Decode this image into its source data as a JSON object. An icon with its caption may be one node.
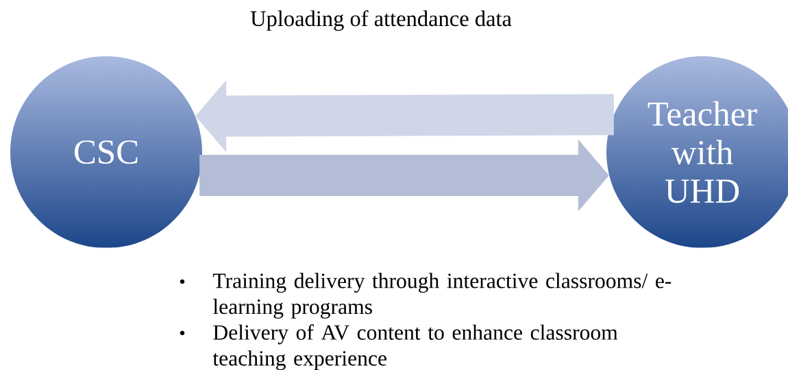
{
  "diagram": {
    "nodes": [
      {
        "text": [
          "CSC"
        ]
      },
      {
        "text": [
          "Teacher with UHD"
        ]
      }
    ],
    "edges": [
      {
        "from": 1,
        "to": 0,
        "arrow": "to",
        "label": "Uploading of attendance data"
      },
      {
        "from": 0,
        "to": 1,
        "arrow": "to"
      }
    ],
    "labels": [
      "Training delivery through interactive classrooms/ e-learning programs",
      "Delivery of AV content to enhance classroom teaching experience"
    ]
  }
}
